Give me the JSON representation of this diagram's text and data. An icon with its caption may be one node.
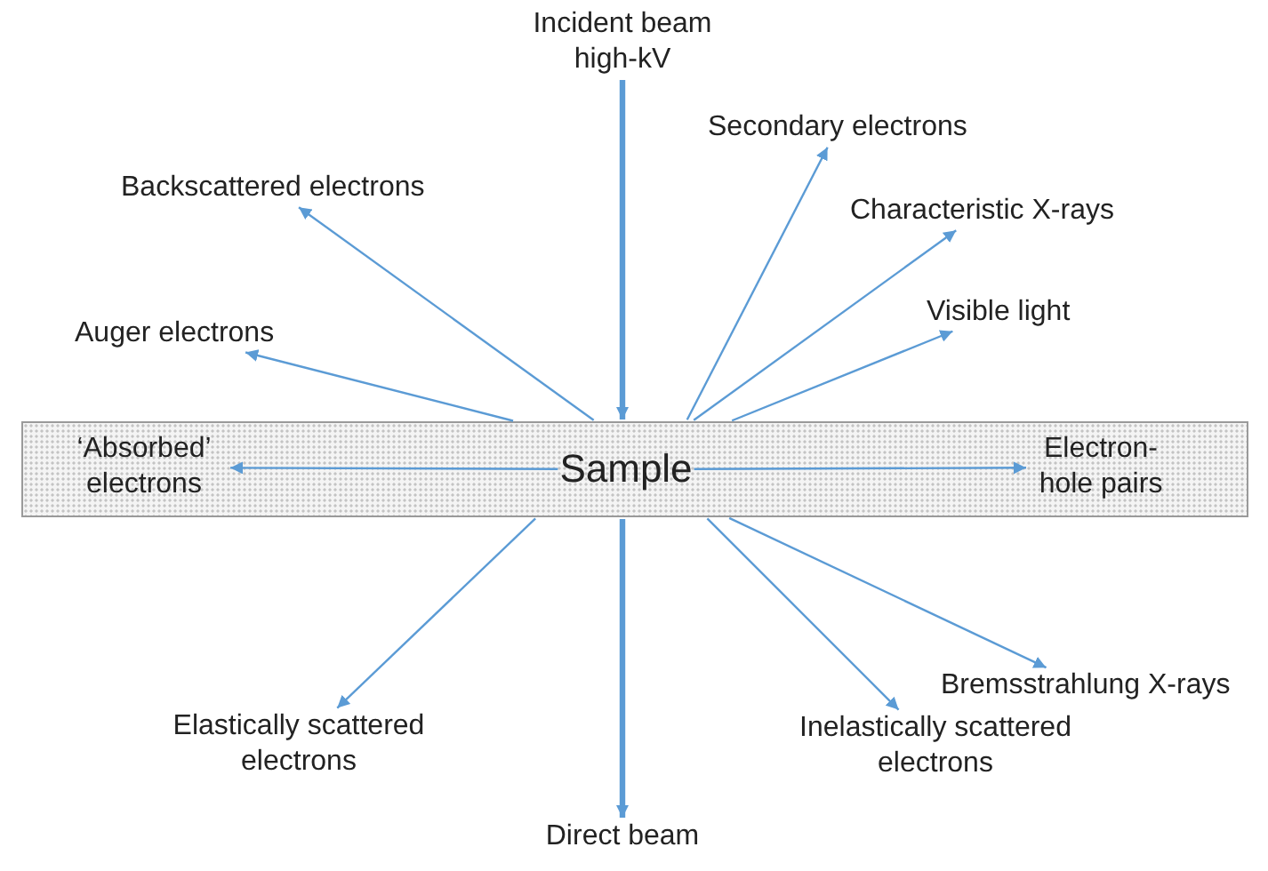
{
  "diagram": {
    "nodes": [
      {
        "text": [],
        "shape": "bar"
      },
      {
        "text": [
          "‘Absorbed’ electrons"
        ],
        "in": 0
      },
      {
        "text": [
          "Sample"
        ],
        "in": 0
      },
      {
        "text": [
          "Electron-hole pairs"
        ],
        "in": 0
      },
      {
        "text": [
          "Incident beam high-kV"
        ]
      },
      {
        "text": [
          "Backscattered electrons"
        ]
      },
      {
        "text": [
          "Secondary electrons"
        ]
      },
      {
        "text": [
          "Characteristic X-rays"
        ]
      },
      {
        "text": [
          "Auger electrons"
        ]
      },
      {
        "text": [
          "Visible light"
        ]
      },
      {
        "text": [
          "Elastically scattered electrons"
        ]
      },
      {
        "text": [
          "Bremsstrahlung X-rays"
        ]
      },
      {
        "text": [
          "Inelastically scattered electrons"
        ]
      },
      {
        "text": [
          "Direct beam"
        ]
      }
    ],
    "edges": [
      {
        "from": 4,
        "to": 0,
        "arrow": "to",
        "style": "thick"
      },
      {
        "from": 0,
        "to": 5,
        "arrow": "to"
      },
      {
        "from": 0,
        "to": 6,
        "arrow": "to"
      },
      {
        "from": 0,
        "to": 7,
        "arrow": "to"
      },
      {
        "from": 0,
        "to": 8,
        "arrow": "to"
      },
      {
        "from": 0,
        "to": 9,
        "arrow": "to"
      },
      {
        "from": 2,
        "to": 1,
        "arrow": "to"
      },
      {
        "from": 2,
        "to": 3,
        "arrow": "to"
      },
      {
        "from": 0,
        "to": 10,
        "arrow": "to"
      },
      {
        "from": 0,
        "to": 13,
        "arrow": "to",
        "style": "thick"
      },
      {
        "from": 0,
        "to": 12,
        "arrow": "to"
      },
      {
        "from": 0,
        "to": 11,
        "arrow": "to"
      }
    ]
  }
}
